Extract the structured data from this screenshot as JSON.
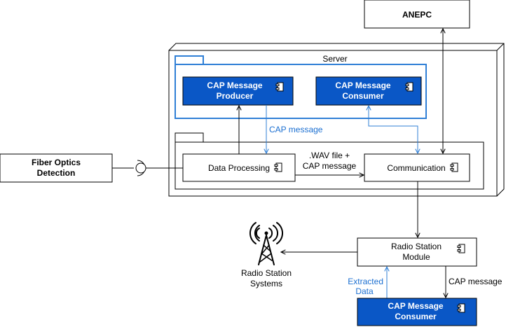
{
  "nodes": {
    "anepc": "ANEPC",
    "server": "Server",
    "producer_l1": "CAP Message",
    "producer_l2": "Producer",
    "consumer_l1": "CAP Message",
    "consumer_l2": "Consumer",
    "data_processing": "Data Processing",
    "communication": "Communication",
    "fiber_l1": "Fiber Optics",
    "fiber_l2": "Detection",
    "radio_module_l1": "Radio Station",
    "radio_module_l2": "Module",
    "radio_systems_l1": "Radio Station",
    "radio_systems_l2": "Systems",
    "ext_consumer_l1": "CAP Message",
    "ext_consumer_l2": "Consumer"
  },
  "edges": {
    "cap_message_blue": "CAP message",
    "wav_l1": ".WAV file +",
    "wav_l2": "CAP message",
    "extracted_l1": "Extracted",
    "extracted_l2": "Data",
    "cap_message_right": "CAP message"
  },
  "colors": {
    "accent_fill": "#0a57c6",
    "accent_line": "#2f7fd6",
    "label_blue": "#1b6fd1"
  }
}
